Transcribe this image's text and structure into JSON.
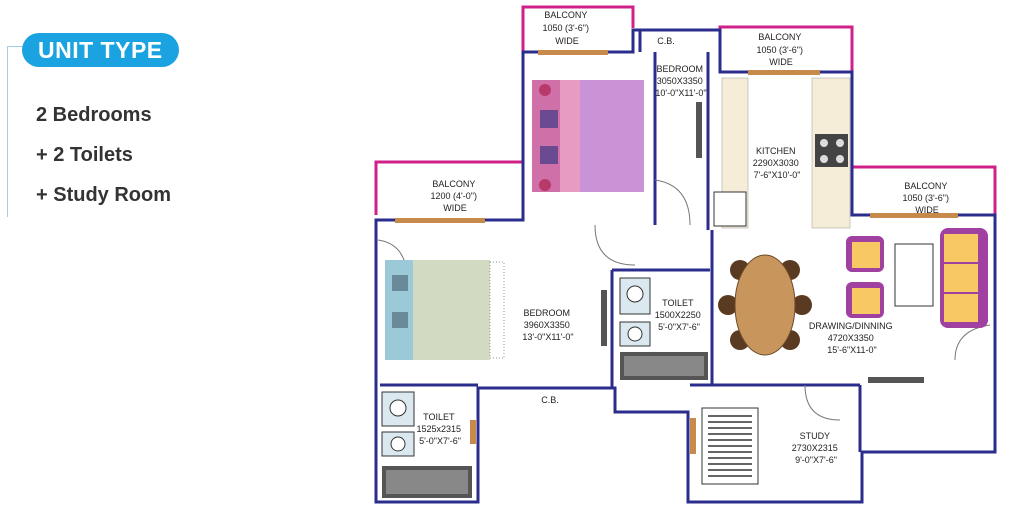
{
  "heading": "UNIT TYPE",
  "features": [
    "2 Bedrooms",
    "+ 2 Toilets",
    "+ Study Room"
  ],
  "colors": {
    "accent": "#1aa3e0",
    "wall": "#2b2d8c",
    "balcony_rail": "#d0208a",
    "door_sill": "#c88a4a"
  },
  "rooms": {
    "balcony_top": [
      "BALCONY",
      "1050 (3'-6\")",
      "WIDE"
    ],
    "cb_top": [
      "C.B."
    ],
    "balcony_kitchen": [
      "BALCONY",
      "1050 (3'-6\")",
      "WIDE"
    ],
    "bedroom_top": [
      "BEDROOM",
      "3050X3350",
      "10'-0\"X11'-0\""
    ],
    "kitchen": [
      "KITCHEN",
      "2290X3030",
      "7'-6\"X10'-0\""
    ],
    "balcony_left": [
      "BALCONY",
      "1200 (4'-0\")",
      "WIDE"
    ],
    "balcony_right": [
      "BALCONY",
      "1050 (3'-6\")",
      "WIDE"
    ],
    "bedroom_main": [
      "BEDROOM",
      "3960X3350",
      "13'-0\"X11'-0\""
    ],
    "toilet_center": [
      "TOILET",
      "1500X2250",
      "5'-0\"X7'-6\""
    ],
    "drawing": [
      "DRAWING/DINNING",
      "4720X3350",
      "15'-6\"X11-0\""
    ],
    "cb_bottom": [
      "C.B."
    ],
    "toilet_left": [
      "TOILET",
      "1525x2315",
      "5'-0\"X7'-6\""
    ],
    "study": [
      "STUDY",
      "2730X2315",
      "9'-0\"X7'-6\""
    ]
  }
}
